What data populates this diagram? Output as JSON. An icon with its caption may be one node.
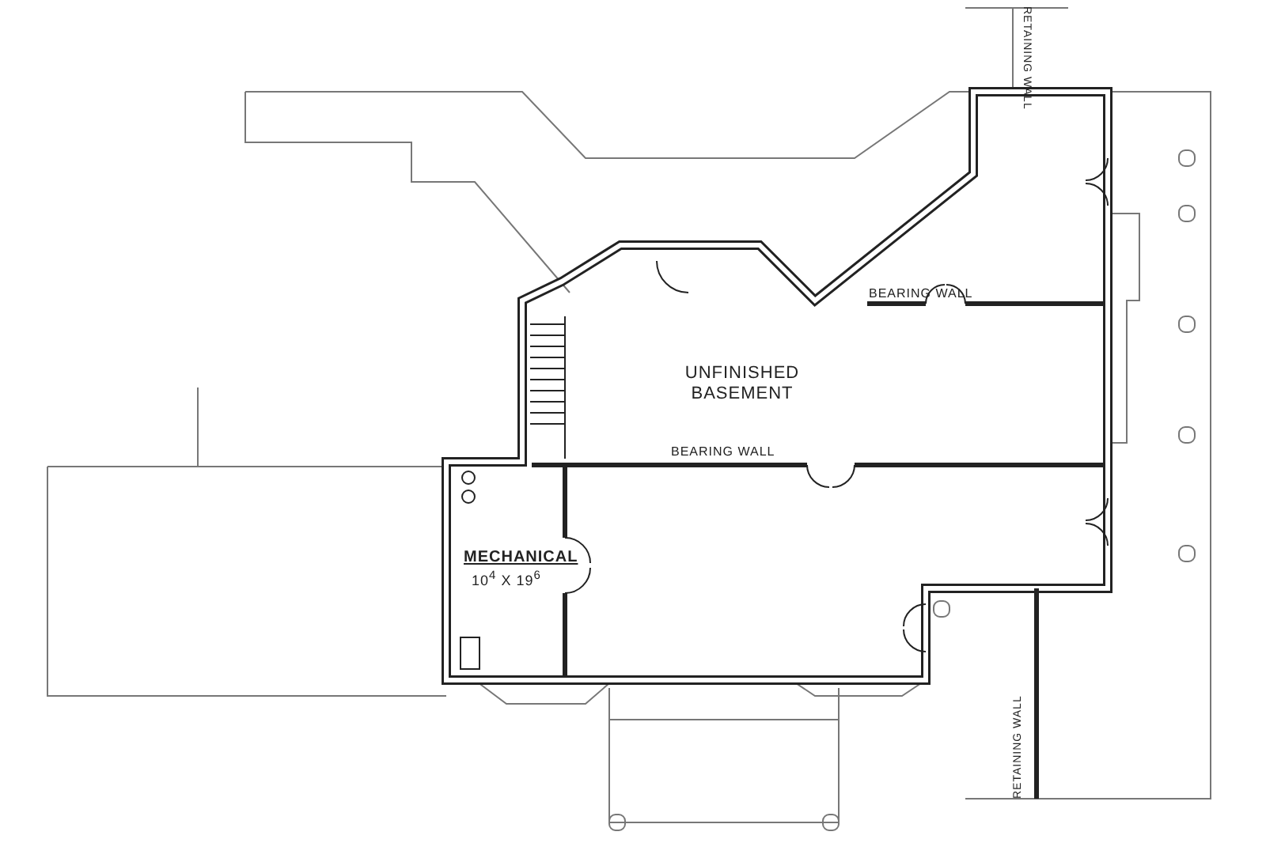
{
  "diagram": {
    "labels": [
      "RETAINING WALL",
      "BEARING WALL",
      "UNFINISHED BASEMENT",
      "BEARING WALL",
      "MECHANICAL",
      "10$^{4}$ X 19$^{6}$",
      "RETAINING WALL"
    ]
  }
}
